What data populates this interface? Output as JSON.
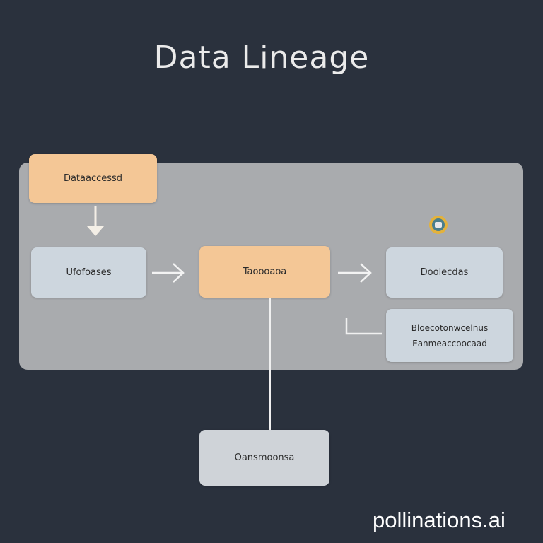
{
  "title": "Data Lineage",
  "nodes": {
    "source": "Dataaccessd",
    "ingest": "Ufofoases",
    "transform": "Taoooaoa",
    "output": "Doolecdas",
    "notes_line1": "Bloecotonwcelnus",
    "notes_line2": "Eanmeaccoocaad",
    "archive": "Oansmoonsa"
  },
  "badge_icon": "badge-icon",
  "watermark": "pollinations.ai",
  "colors": {
    "background": "#2a313d",
    "panel": "#a9abae",
    "orange": "#f4c796",
    "blue": "#cdd6de"
  }
}
